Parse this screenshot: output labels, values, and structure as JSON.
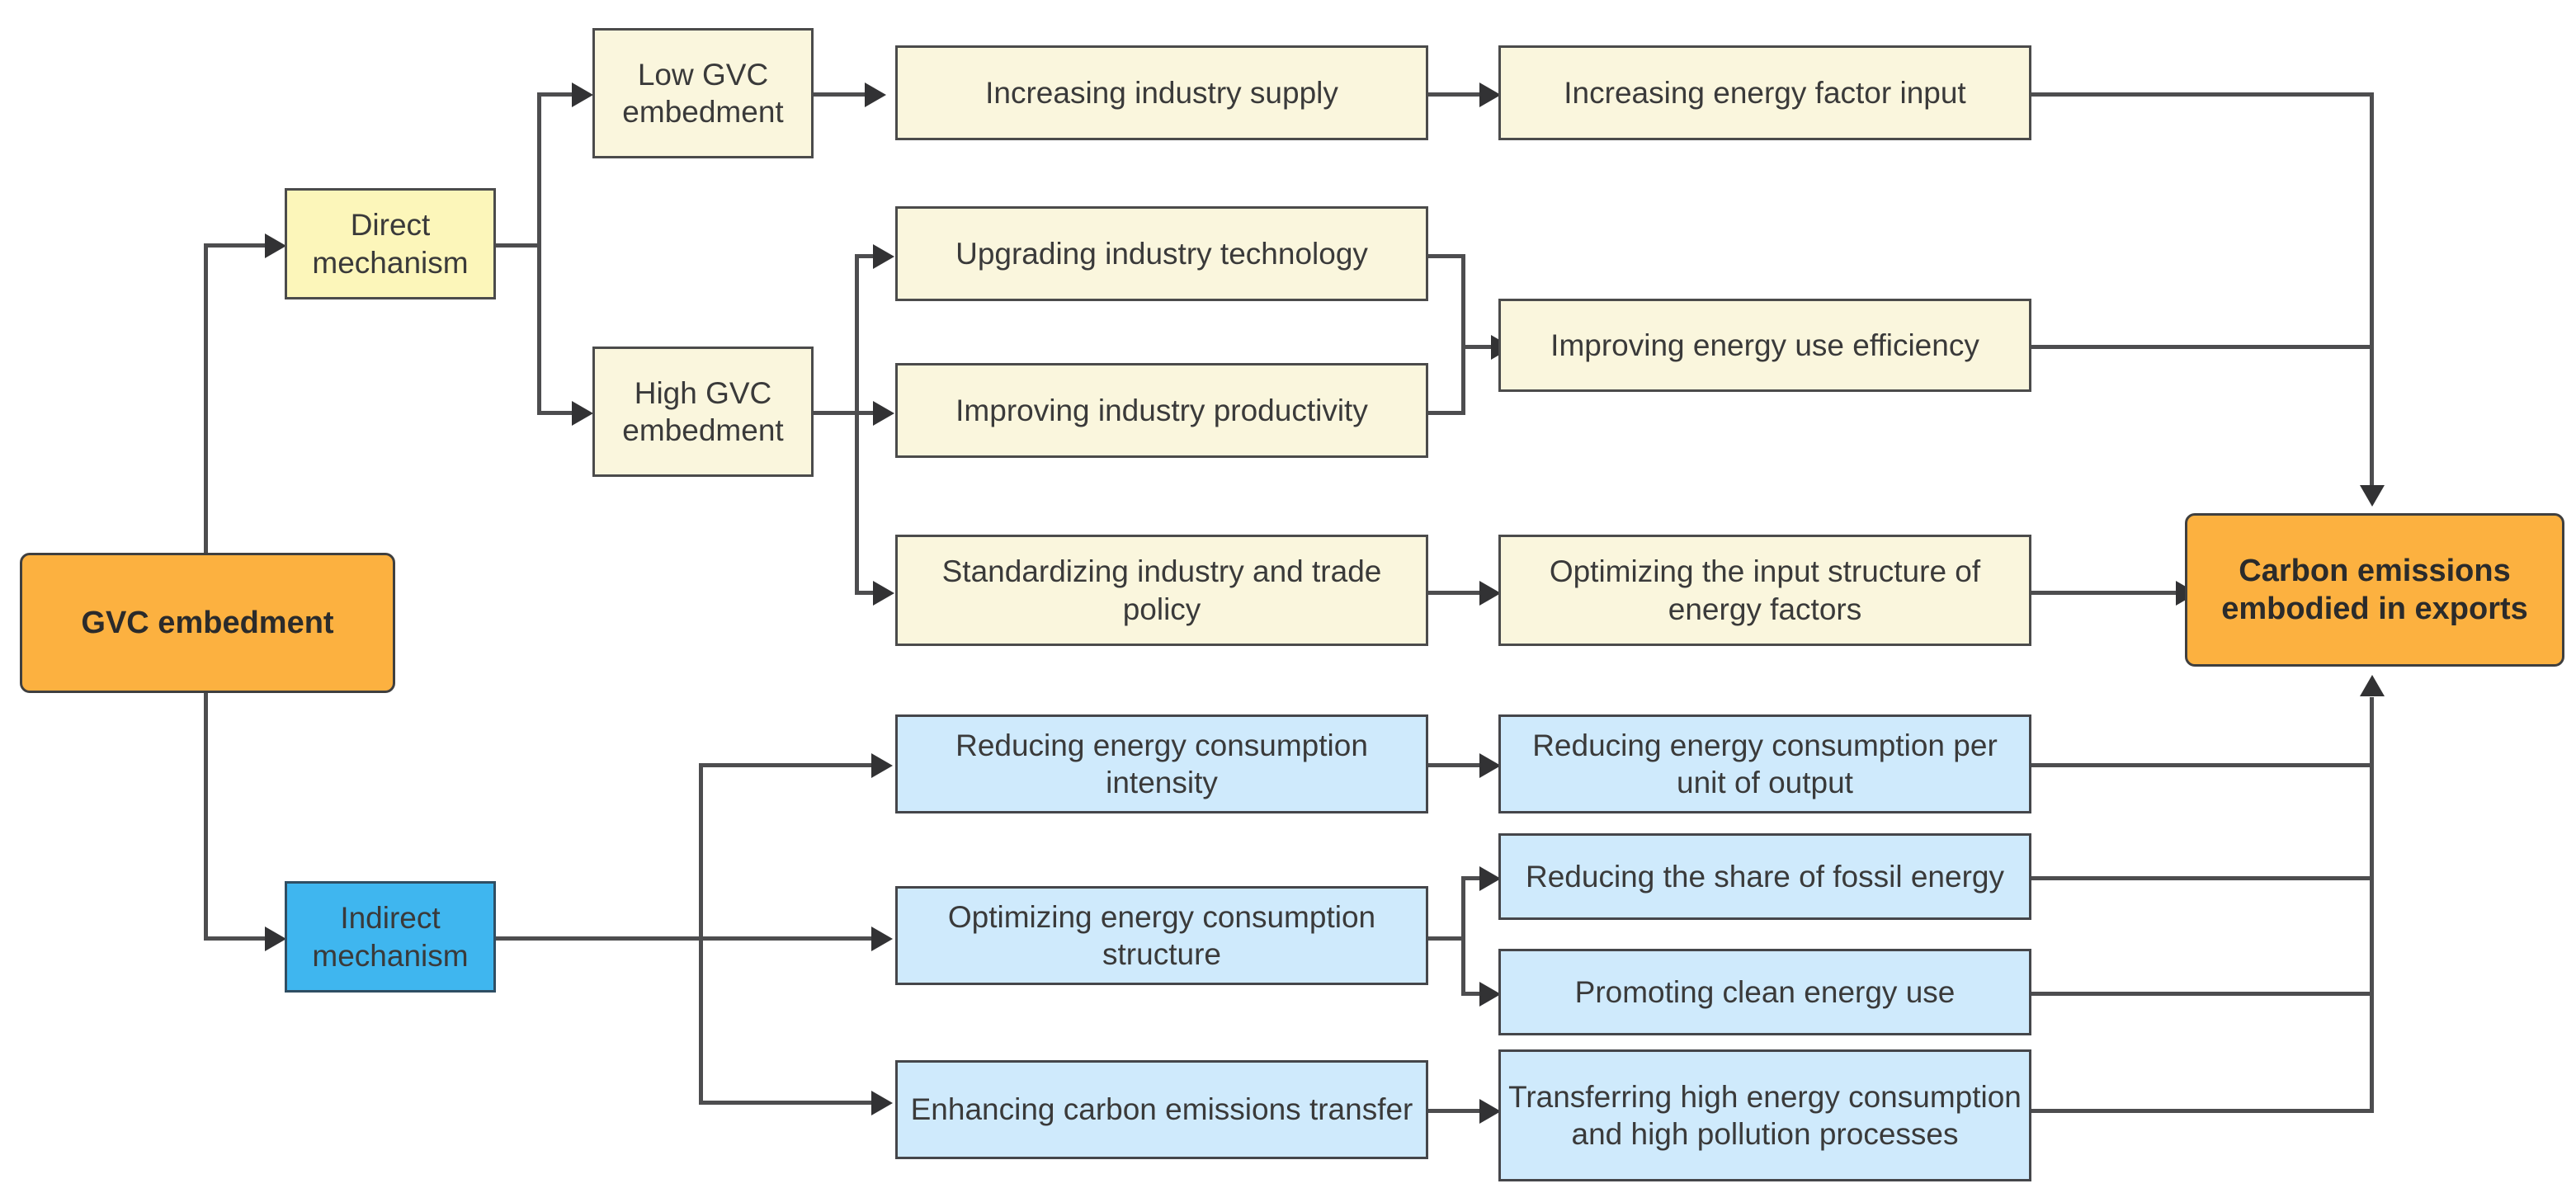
{
  "diagram": {
    "title": "GVC embedment mechanism flowchart for carbon emissions embodied in exports",
    "colors": {
      "orange": "#fcb140",
      "light_yellow": "#fcf6ba",
      "pale_yellow": "#faf6dd",
      "mid_blue": "#3fb6ef",
      "light_blue": "#cfeafc",
      "line": "#4d4d4f",
      "border": "#46464a",
      "text": "#3a3a3a"
    },
    "nodes": {
      "source": {
        "label": "GVC embedment"
      },
      "direct_mechanism": {
        "label": "Direct mechanism"
      },
      "indirect_mechanism": {
        "label": "Indirect mechanism"
      },
      "low_gvc": {
        "label": "Low GVC embedment"
      },
      "high_gvc": {
        "label": "High GVC embedment"
      },
      "increasing_industry_supply": {
        "label": "Increasing industry supply"
      },
      "increasing_energy_factor_input": {
        "label": "Increasing energy factor input"
      },
      "upgrading_industry_technology": {
        "label": "Upgrading industry technology"
      },
      "improving_industry_productivity": {
        "label": "Improving industry productivity"
      },
      "improving_energy_use_efficiency": {
        "label": "Improving energy use efficiency"
      },
      "standardizing_industry_and_trade_policy": {
        "label": "Standardizing industry and trade policy"
      },
      "optimizing_input_structure": {
        "label": "Optimizing the input structure of energy factors"
      },
      "reducing_energy_consumption_intensity": {
        "label": "Reducing energy consumption intensity"
      },
      "reducing_energy_consumption_per_unit": {
        "label": "Reducing energy consumption per unit of output"
      },
      "optimizing_energy_consumption_structure": {
        "label": "Optimizing energy consumption structure"
      },
      "reducing_share_of_fossil_energy": {
        "label": "Reducing the share of fossil energy"
      },
      "promoting_clean_energy_use": {
        "label": "Promoting clean energy use"
      },
      "enhancing_carbon_emissions_transfer": {
        "label": "Enhancing carbon emissions transfer"
      },
      "transferring_high_energy_processes": {
        "label": "Transferring high energy consumption and high pollution processes"
      },
      "outcome": {
        "label": "Carbon emissions embodied in exports"
      }
    }
  }
}
